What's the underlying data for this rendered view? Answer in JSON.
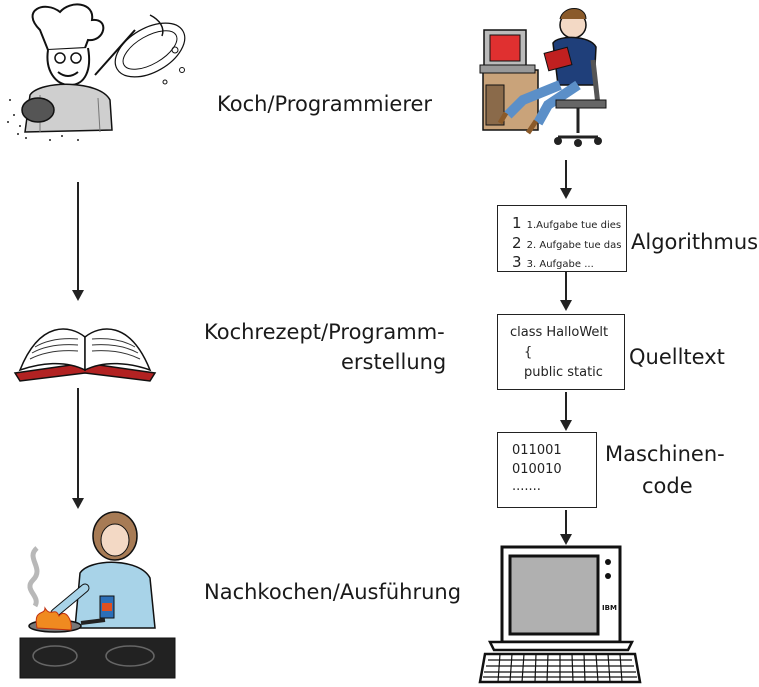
{
  "labels": {
    "koch_programmierer": "Koch/Programmierer",
    "kochrezept_line1": "Kochrezept/Programm-",
    "kochrezept_line2": "erstellung",
    "nachkochen": "Nachkochen/Ausführung",
    "algorithmus": "Algorithmus",
    "quelltext": "Quelltext",
    "maschinen_line1": "Maschinen-",
    "maschinen_line2": "code"
  },
  "algorithm_box": {
    "steps": [
      {
        "num": "1",
        "text": "1.Aufgabe tue dies"
      },
      {
        "num": "2",
        "text": "2. Aufgabe tue das"
      },
      {
        "num": "3",
        "text": "3. Aufgabe  ..."
      }
    ]
  },
  "source_box": {
    "lines": [
      "class HalloWelt",
      "{",
      "public static"
    ]
  },
  "machine_box": {
    "lines": [
      "011001",
      "010010",
      "......."
    ]
  },
  "monitor_brand": "IBM"
}
